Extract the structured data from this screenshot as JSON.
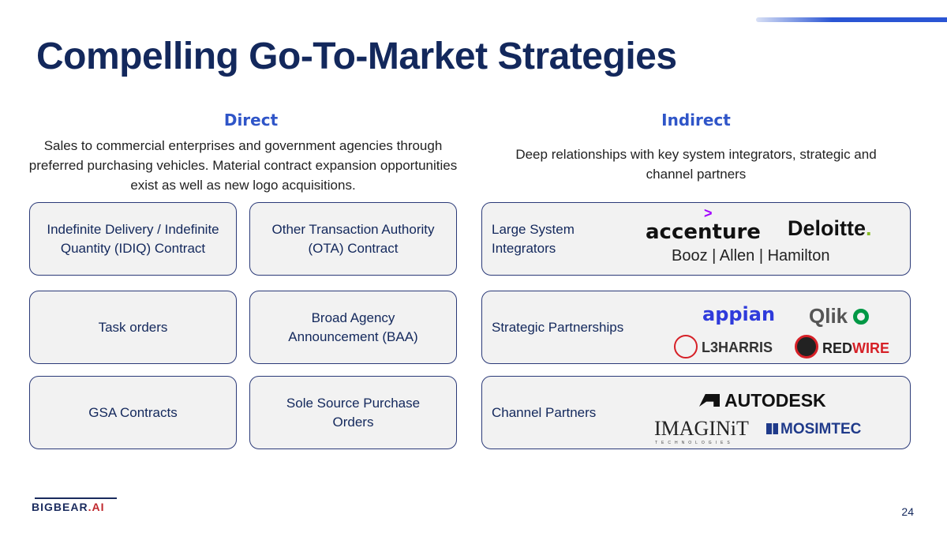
{
  "title": "Compelling Go-To-Market Strategies",
  "direct": {
    "heading": "Direct",
    "description": "Sales to commercial enterprises and government agencies through preferred purchasing vehicles. Material contract expansion opportunities exist as well as new logo acquisitions.",
    "boxes": [
      "Indefinite Delivery / Indefinite Quantity (IDIQ) Contract",
      "Other Transaction Authority (OTA) Contract",
      "Task orders",
      "Broad Agency Announcement (BAA)",
      "GSA Contracts",
      "Sole Source Purchase Orders"
    ]
  },
  "indirect": {
    "heading": "Indirect",
    "description": "Deep relationships with key system integrators, strategic and channel partners",
    "rows": [
      {
        "label": "Large System Integrators",
        "logos": [
          "accenture",
          "Deloitte.",
          "Booz | Allen | Hamilton"
        ]
      },
      {
        "label": "Strategic Partnerships",
        "logos": [
          "appian",
          "Qlik",
          "L3HARRIS",
          "REDWIRE"
        ]
      },
      {
        "label": "Channel Partners",
        "logos": [
          "AUTODESK",
          "IMAGINiT",
          "TECHNOLOGIES",
          "MOSIMTEC"
        ]
      }
    ]
  },
  "footer": {
    "logo": "BIGBEAR.AI",
    "page": "24"
  }
}
